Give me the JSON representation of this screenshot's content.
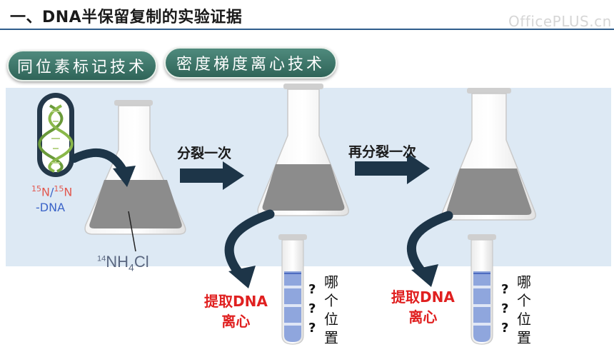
{
  "title": "一、DNA半保留复制的实验证据",
  "watermark": "OfficePLUS.cn",
  "techniques": {
    "isotope": "同位素标记技术",
    "density": "密度梯度离心技术"
  },
  "labels": {
    "isotope_mass_1": "15",
    "isotope_element_1": "N",
    "isotope_slash": "/",
    "isotope_mass_2": "15",
    "isotope_element_2": "N",
    "dna_suffix": "-DNA",
    "nh4_mass": "14",
    "nh4_text": "NH",
    "nh4_sub": "4",
    "nh4_tail": "Cl",
    "step1": "分裂一次",
    "step2": "再分裂一次",
    "extract_line1": "提取DNA",
    "extract_line2": "离心",
    "where": [
      "哪",
      "个",
      "位",
      "置"
    ],
    "question": [
      "?",
      "?",
      "?"
    ]
  },
  "colors": {
    "band": "#dde9f4",
    "pill": "#3a7366",
    "arrow": "#1d3548",
    "red": "#e02020",
    "liquid": "#8c8c8c",
    "tube_fill": "#8fa6dd"
  }
}
